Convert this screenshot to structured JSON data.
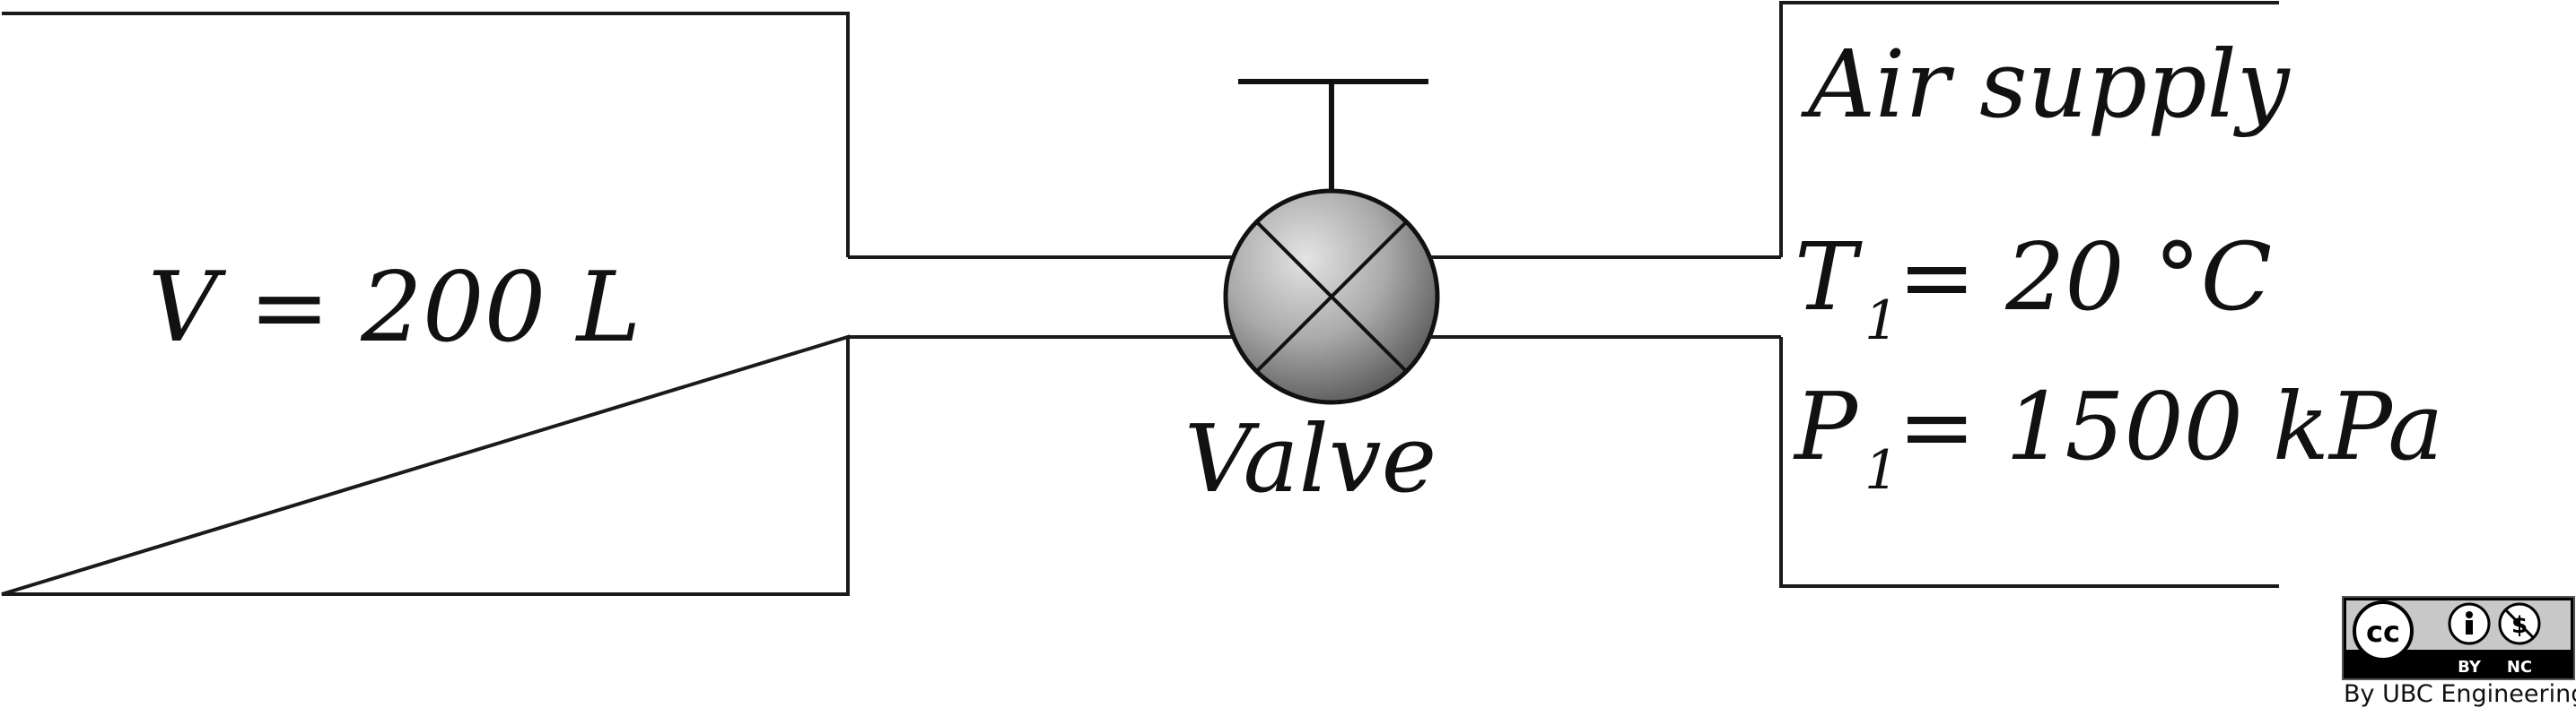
{
  "tank": {
    "label": "V = 200 L"
  },
  "valve": {
    "label": "Valve"
  },
  "supply": {
    "title": "Air supply",
    "temperature_symbol": "T",
    "temperature_subscript": "1",
    "temperature_value": "= 20 °C",
    "pressure_symbol": "P",
    "pressure_subscript": "1",
    "pressure_value": "= 1500 kPa"
  },
  "license": {
    "cc": "cc",
    "by": "BY",
    "nc": "NC",
    "credit": "By UBC Engineering"
  },
  "colors": {
    "line": "#1a1a1a",
    "valve_light": "#dcdcdc",
    "valve_dark": "#6b6b6b",
    "badge_bg": "#000000",
    "badge_panel": "#c8c8c8"
  }
}
